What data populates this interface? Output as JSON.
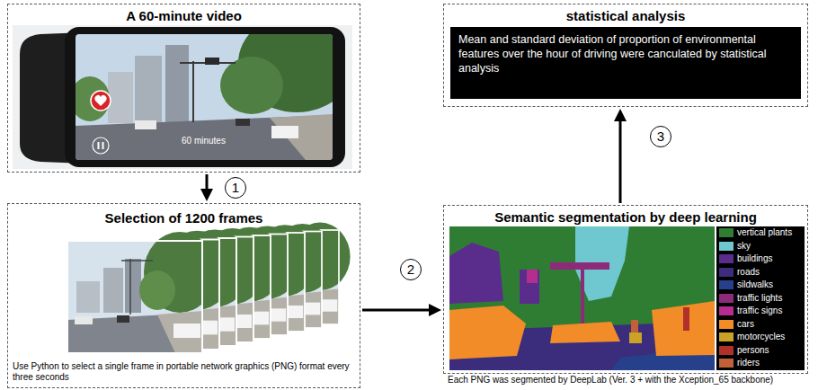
{
  "diagram": {
    "nodes": [
      {
        "text": [
          "A 60-minute video"
        ]
      },
      {
        "text": [
          "statistical analysis"
        ]
      },
      {
        "text": [
          "Mean and standard deviation of proportion of environmental features over the hour of driving were canculated by statistical analysis"
        ],
        "in": 1
      },
      {
        "text": [
          "Selection of 1200 frames",
          "Use Python to select a single frame in portable network graphics (PNG) format every three seconds"
        ]
      },
      {
        "text": [
          "Semantic segmentation by deep learning",
          "Each PNG was segmented by DeepLab (Ver. 3 + with the Xception_65 backbone)"
        ]
      }
    ],
    "edges": [
      {
        "from": 0,
        "to": 3,
        "arrow": "to",
        "label": "1"
      },
      {
        "from": 3,
        "to": 4,
        "arrow": "to",
        "label": "2"
      },
      {
        "from": 4,
        "to": 1,
        "arrow": "to",
        "label": "3"
      }
    ],
    "labels": [
      "60 minutes"
    ],
    "legend": [
      {
        "text": "vertical plants",
        "color": "#2e7d32"
      },
      {
        "text": "sky",
        "color": "#6fc8cf"
      },
      {
        "text": "buildings",
        "color": "#5a2d8c"
      },
      {
        "text": "roads",
        "color": "#3b2c7c"
      },
      {
        "text": "sildwalks",
        "color": "#27408b"
      },
      {
        "text": "traffic lights",
        "color": "#8e2a7a"
      },
      {
        "text": "traffic signs",
        "color": "#b52d8f"
      },
      {
        "text": "cars",
        "color": "#f28c28"
      },
      {
        "text": "motorcycles",
        "color": "#c9a227"
      },
      {
        "text": "persons",
        "color": "#b0302a"
      },
      {
        "text": "riders",
        "color": "#c2603a"
      }
    ]
  }
}
